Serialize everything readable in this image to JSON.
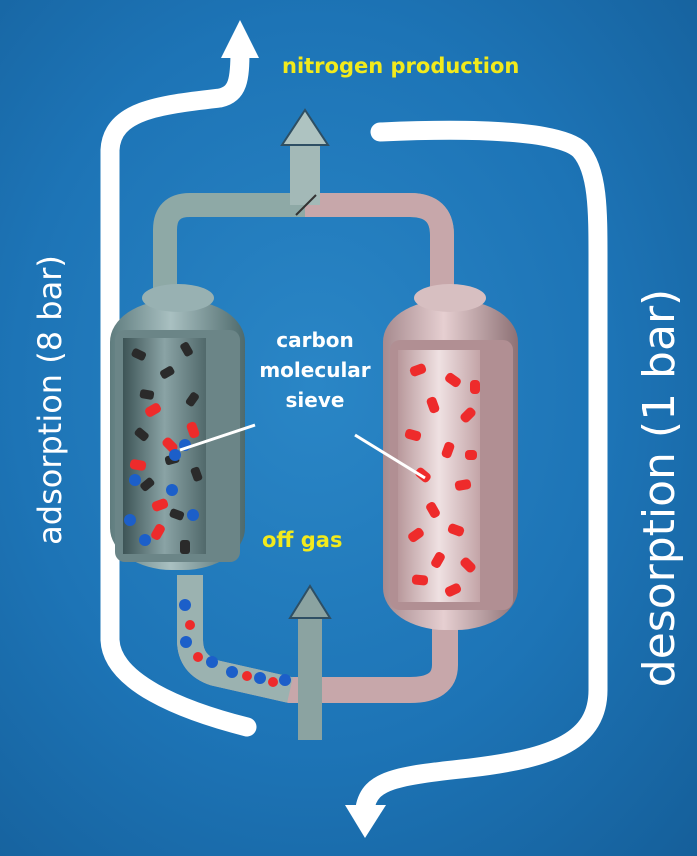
{
  "labels": {
    "nitrogen_production": "nitrogen production",
    "carbon_molecular_sieve": [
      "carbon",
      "molecular",
      "sieve"
    ],
    "off_gas": "off gas",
    "adsorption": "adsorption (8 bar)",
    "desorption": "desorption (1 bar)"
  },
  "colors": {
    "background": "#1d74b6",
    "flow_arrows": "#ffffff",
    "label_yellow": "#f2ea1c",
    "adsorber_left": "#7f9a9b",
    "adsorber_right": "#c7a7aa",
    "particle_red": "#ee2b2b",
    "particle_dark": "#2a2a2a",
    "particle_blue": "#1c5fc9"
  },
  "icons": [
    "up-arrow-icon",
    "down-arrow-icon"
  ]
}
